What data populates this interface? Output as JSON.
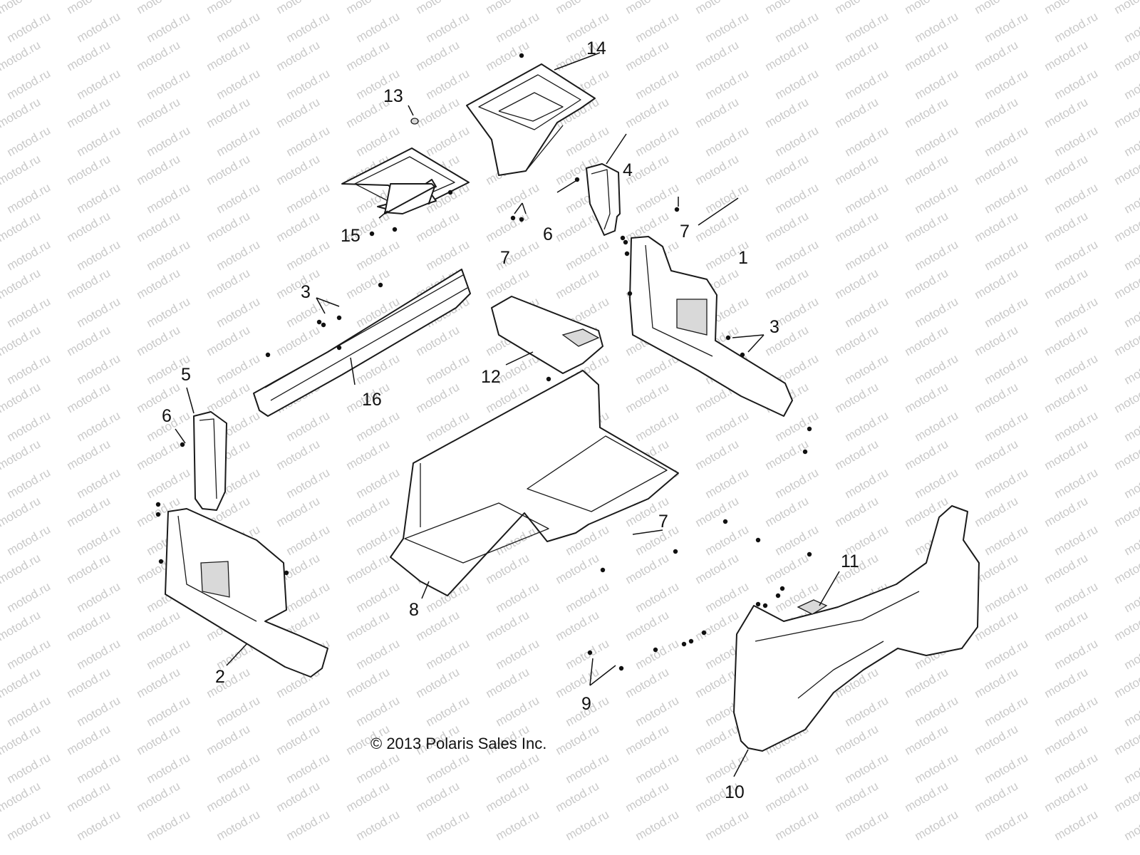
{
  "watermark": "motod.ru",
  "copyright": "© 2013 Polaris Sales Inc.",
  "callouts": {
    "c1": "1",
    "c2": "2",
    "c3a": "3",
    "c3b": "3",
    "c4": "4",
    "c5": "5",
    "c6a": "6",
    "c6b": "6",
    "c7a": "7",
    "c7b": "7",
    "c7c": "7",
    "c8": "8",
    "c9": "9",
    "c10": "10",
    "c11": "11",
    "c12": "12",
    "c13": "13",
    "c14": "14",
    "c15": "15",
    "c16": "16"
  }
}
